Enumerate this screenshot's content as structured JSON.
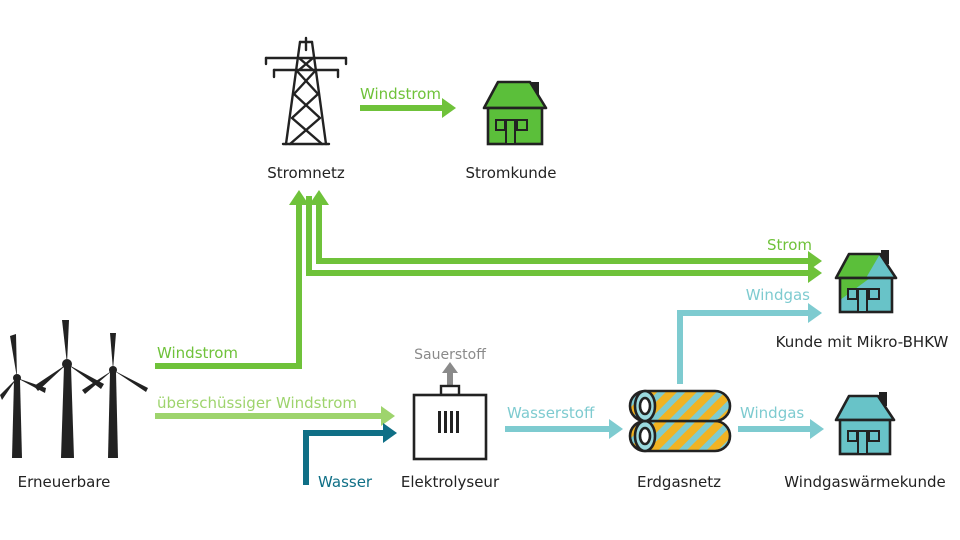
{
  "nodes": {
    "stromnetz": "Stromnetz",
    "stromkunde": "Stromkunde",
    "erneuerbare": "Erneuerbare",
    "elektrolyseur": "Elektrolyseur",
    "erdgasnetz": "Erdgasnetz",
    "mikro_bhkw": "Kunde mit Mikro-BHKW",
    "waermekunde": "Windgaswärmekunde"
  },
  "flows": {
    "windstrom_top": "Windstrom",
    "windstrom_left": "Windstrom",
    "ueberschuss": "überschüssiger Windstrom",
    "strom": "Strom",
    "windgas_top": "Windgas",
    "windgas_bottom": "Windgas",
    "sauerstoff": "Sauerstoff",
    "wasserstoff": "Wasserstoff",
    "wasser": "Wasser"
  },
  "colors": {
    "green": "#6fc23a",
    "light_green": "#9ed46d",
    "cyan": "#7ecbd0",
    "teal_dark": "#0f6f86",
    "gray": "#8a8a8a",
    "house_green": "#5bbf3a",
    "house_cyan": "#68c3c8",
    "pipe_yellow": "#f0b323",
    "text": "#222222"
  },
  "icons": {
    "tower": "power-tower-icon",
    "house": "house-icon",
    "turbine": "wind-turbine-icon",
    "electrolyzer": "electrolyzer-icon",
    "pipes": "gas-pipes-icon"
  }
}
